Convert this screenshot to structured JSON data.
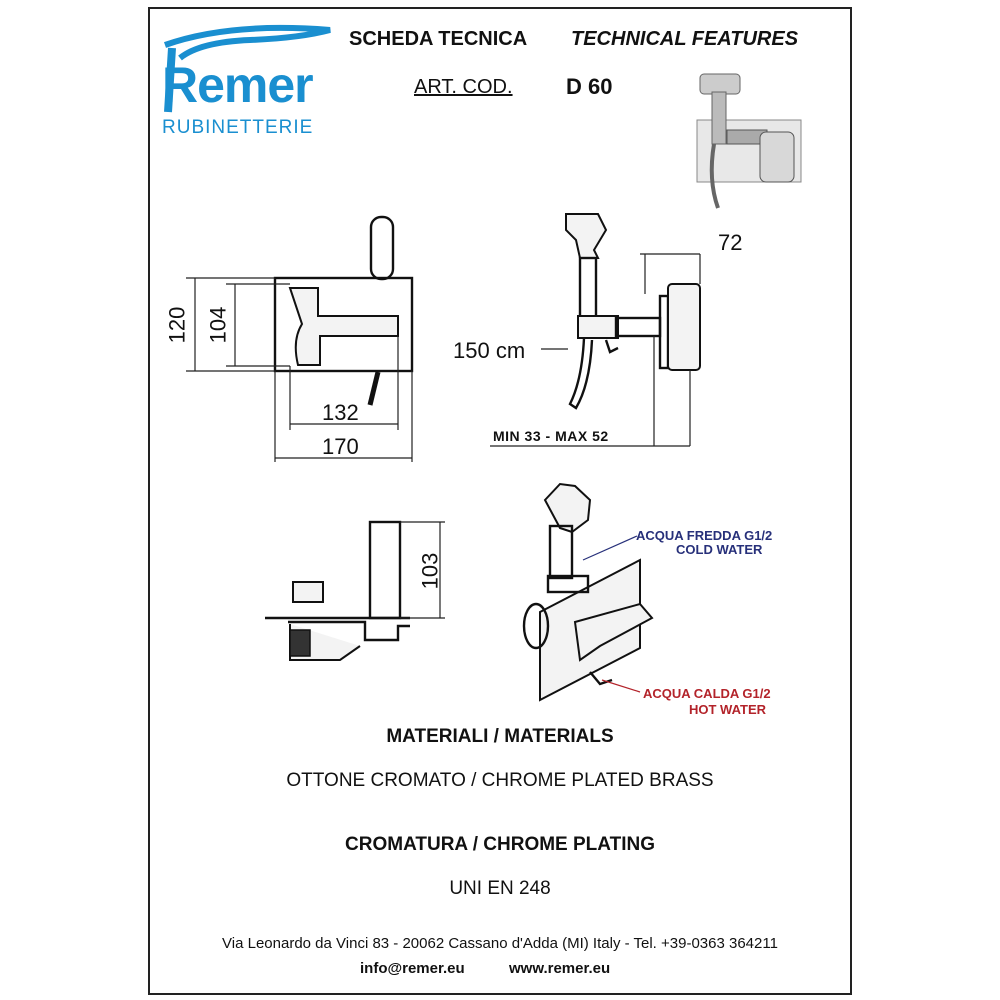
{
  "header": {
    "brand": "Remer",
    "brand_sub": "RUBINETTERIE",
    "title_it": "SCHEDA TECNICA",
    "title_en": "TECHNICAL FEATURES",
    "art_label": "ART. COD.",
    "art_code": "D 60"
  },
  "dimensions": {
    "front_height_outer": "120",
    "front_height_inner": "104",
    "front_width_inner": "132",
    "front_width_outer": "170",
    "side_depth": "72",
    "hose_length": "150 cm",
    "wall_range": "MIN 33 - MAX 52",
    "top_height": "103"
  },
  "connections": {
    "cold_it": "ACQUA FREDDA  G1/2",
    "cold_en": "COLD WATER",
    "hot_it": "ACQUA  CALDA G1/2",
    "hot_en": "HOT WATER",
    "cold_color": "#27307a",
    "hot_color": "#b3232a"
  },
  "materials": {
    "heading": "MATERIALI / MATERIALS",
    "value": "OTTONE CROMATO / CHROME PLATED BRASS"
  },
  "plating": {
    "heading": "CROMATURA / CHROME PLATING",
    "value": "UNI EN 248"
  },
  "footer": {
    "address": "Via Leonardo da Vinci 83 - 20062 Cassano d'Adda (MI) Italy - Tel. +39-0363 364211",
    "email": "info@remer.eu",
    "website": "www.remer.eu"
  },
  "brand_color": "#1a8fd0"
}
